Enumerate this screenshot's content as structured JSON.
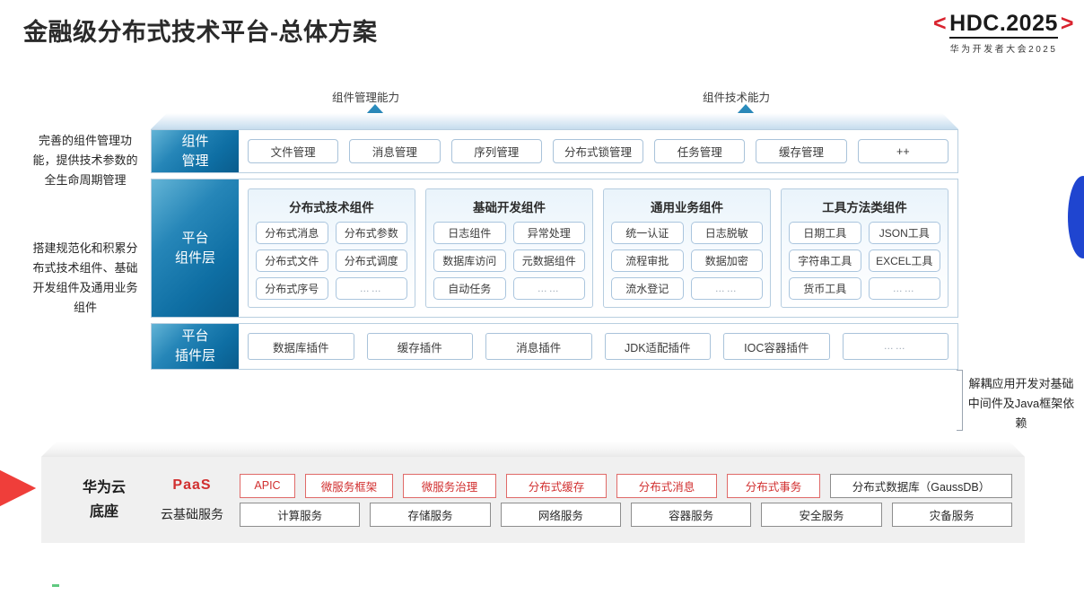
{
  "header": {
    "title": "金融级分布式技术平台-总体方案",
    "logo": {
      "left_bracket": "<",
      "main": "HDC.2025",
      "right_bracket": ">",
      "subtitle": "华为开发者大会2025"
    }
  },
  "callouts": [
    {
      "label": "组件管理能力",
      "icon": "up-arrow-icon"
    },
    {
      "label": "组件技术能力",
      "icon": "up-arrow-icon"
    }
  ],
  "side_notes": {
    "left_top": "完善的组件管理功能，提供技术参数的全生命周期管理",
    "left_bottom": "搭建规范化和积累分布式技术组件、基础开发组件及通用业务组件",
    "right": "解耦应用开发对基础中间件及Java框架依赖"
  },
  "layers": [
    {
      "id": "component-management",
      "label": "组件\n管理",
      "chips": [
        "文件管理",
        "消息管理",
        "序列管理",
        "分布式锁管理",
        "任务管理",
        "缓存管理",
        "++"
      ]
    },
    {
      "id": "platform-component-layer",
      "label": "平台\n组件层",
      "groups": [
        {
          "title": "分布式技术组件",
          "cells": [
            "分布式消息",
            "分布式参数",
            "分布式文件",
            "分布式调度",
            "分布式序号",
            "……"
          ]
        },
        {
          "title": "基础开发组件",
          "cells": [
            "日志组件",
            "异常处理",
            "数据库访问",
            "元数据组件",
            "自动任务",
            "……"
          ]
        },
        {
          "title": "通用业务组件",
          "cells": [
            "统一认证",
            "日志脱敏",
            "流程审批",
            "数据加密",
            "流水登记",
            "……"
          ]
        },
        {
          "title": "工具方法类组件",
          "cells": [
            "日期工具",
            "JSON工具",
            "字符串工具",
            "EXCEL工具",
            "货币工具",
            "……"
          ]
        }
      ]
    },
    {
      "id": "platform-plugin-layer",
      "label": "平台\n插件层",
      "plugins": [
        "数据库插件",
        "缓存插件",
        "消息插件",
        "JDK适配插件",
        "IOC容器插件",
        "……"
      ]
    }
  ],
  "cloud": {
    "title": "华为云\n底座",
    "rows": [
      {
        "id": "paas",
        "label": "PaaS",
        "items": [
          {
            "text": "APIC",
            "style": "red"
          },
          {
            "text": "微服务框架",
            "style": "red"
          },
          {
            "text": "微服务治理",
            "style": "red"
          },
          {
            "text": "分布式缓存",
            "style": "red"
          },
          {
            "text": "分布式消息",
            "style": "red"
          },
          {
            "text": "分布式事务",
            "style": "red"
          },
          {
            "text": "分布式数据库（GaussDB）",
            "style": "neutral"
          }
        ]
      },
      {
        "id": "cloud-base-service",
        "label": "云基础服务",
        "items": [
          "计算服务",
          "存储服务",
          "网络服务",
          "容器服务",
          "安全服务",
          "灾备服务"
        ]
      }
    ]
  },
  "colors": {
    "brand_red": "#d9232e",
    "paas_red": "#d12f2f",
    "layer_blue_dark": "#0a5c8c",
    "layer_blue_light": "#63b4d6",
    "accent_blue_blob": "#1f45d0",
    "wedge_red": "#ef3e3a"
  }
}
